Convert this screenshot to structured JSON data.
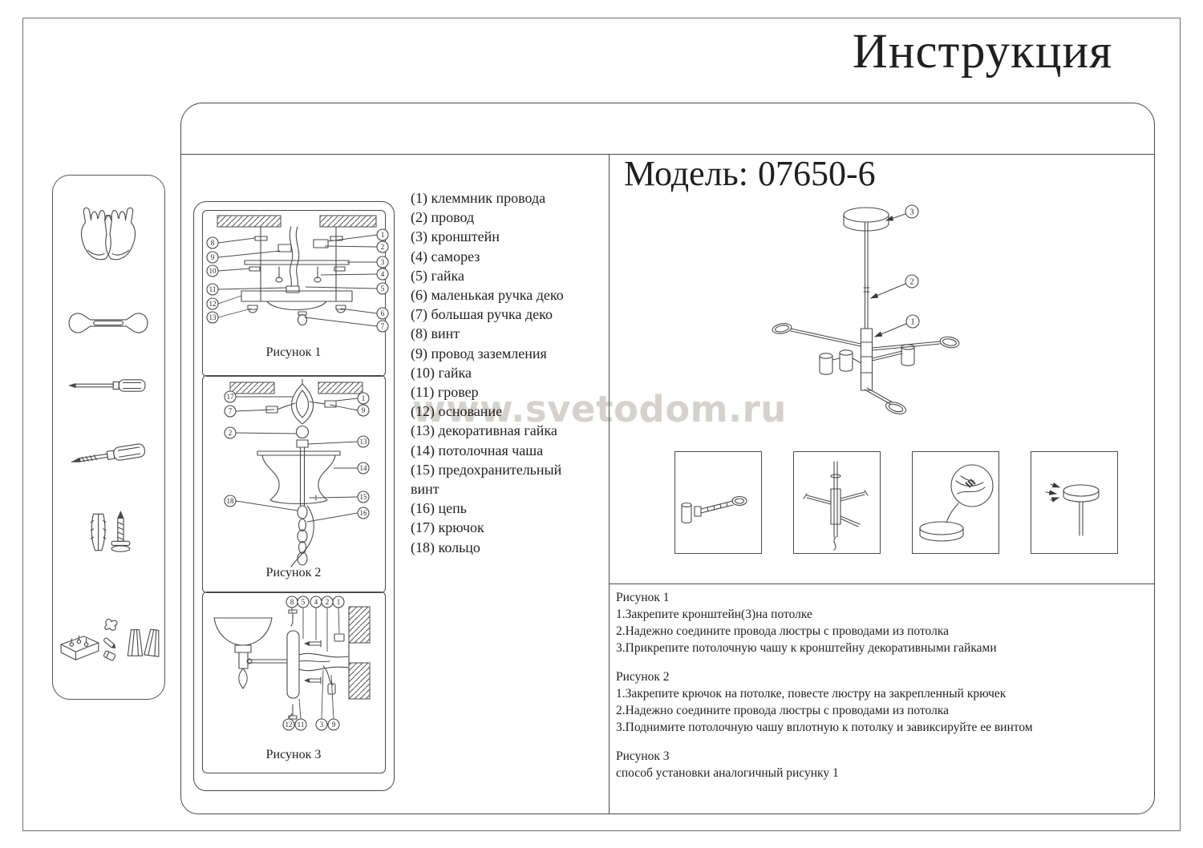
{
  "title": "Инструкция",
  "model": {
    "label": "Модель:",
    "number": "07650-6"
  },
  "watermark": "www.svetodom.ru",
  "colors": {
    "ink": "#1f1f1f",
    "line": "#4a4a4a",
    "watermark": "#d5d1ce"
  },
  "tools": [
    {
      "name": "gloves"
    },
    {
      "name": "open-end-wrench"
    },
    {
      "name": "flat-screwdriver"
    },
    {
      "name": "pointed-screwdriver"
    },
    {
      "name": "wall-plug-and-screw"
    },
    {
      "name": "mounting-hardware-set"
    }
  ],
  "parts": [
    "(1) клеммник провода",
    "(2) провод",
    "(3) кронштейн",
    "(4) саморез",
    "(5) гайка",
    "(6) маленькая ручка деко",
    "(7) большая ручка деко",
    "(8) винт",
    "(9) провод заземления",
    "(10) гайка",
    "(11) гровер",
    "(12) основание",
    "(13) декоративная гайка",
    "(14) потолочная чаша",
    "(15) предохранительный винт",
    "(16) цепь",
    "(17) крючок",
    "(18) кольцо"
  ],
  "figures": [
    {
      "caption": "Рисунок 1",
      "callouts_left": [
        "8",
        "9",
        "10",
        "11",
        "12",
        "13"
      ],
      "callouts_right": [
        "1",
        "2",
        "3",
        "4",
        "5",
        "6",
        "7"
      ]
    },
    {
      "caption": "Рисунок 2",
      "callouts_left": [
        "17",
        "7",
        "2",
        "18"
      ],
      "callouts_right": [
        "1",
        "9",
        "13",
        "14",
        "15",
        "16"
      ]
    },
    {
      "caption": "Рисунок 3",
      "callouts_top": [
        "8",
        "5",
        "4",
        "2",
        "1"
      ],
      "callouts_bottom": [
        "12",
        "11",
        "3",
        "9"
      ]
    }
  ],
  "overview_callouts": [
    "3",
    "2",
    "1"
  ],
  "instructions": [
    {
      "heading": "Рисунок 1",
      "steps": [
        "1.Закрепите кронштейн(3)на потолке",
        "2.Надежно соедините провода люстры с проводами из потолка",
        "3.Прикрепите потолочную чашу к кронштейну декоративными гайками"
      ]
    },
    {
      "heading": "Рисунок 2",
      "steps": [
        "1.Закрепите крючок на потолке, повесте люстру на закрепленный крючек",
        "2.Надежно соедините провода люстры с проводами из потолка",
        "3.Поднимите потолочную чашу вплотную к потолку и завиксируйте ее винтом"
      ]
    },
    {
      "heading": "Рисунок 3",
      "steps": [
        "способ установки аналогичный рисунку 1"
      ]
    }
  ]
}
